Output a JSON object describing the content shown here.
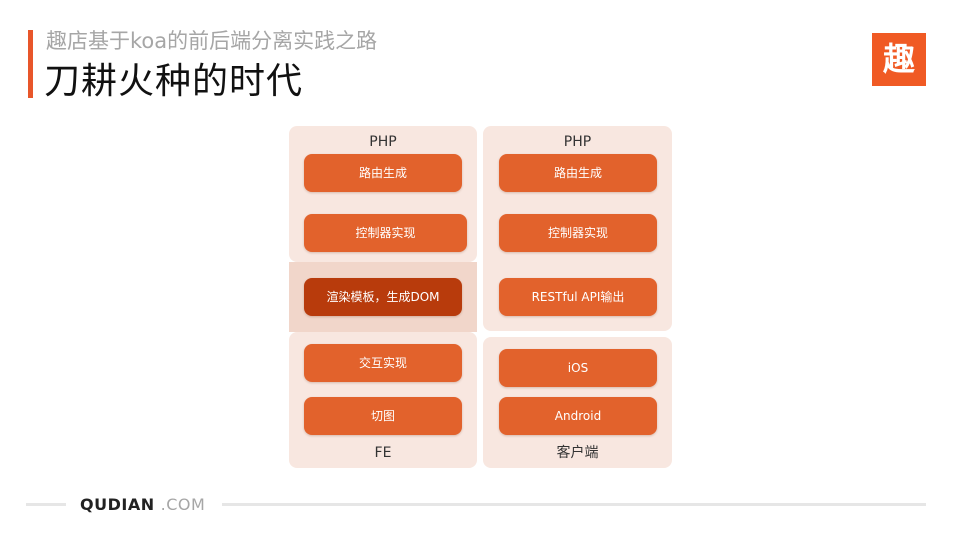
{
  "header": {
    "subtitle": "趣店基于koa的前后端分离实践之路",
    "title": "刀耕火种的时代",
    "logo_text": "趣",
    "accent_color": "#e8562a",
    "logo_color": "#f05a24"
  },
  "fe_column": {
    "top_label": "PHP",
    "bottom_label": "FE",
    "items": [
      {
        "label": "路由生成"
      },
      {
        "label": "控制器实现"
      },
      {
        "label": "渲染模板，生成DOM",
        "highlighted": true
      },
      {
        "label": "交互实现"
      },
      {
        "label": "切图"
      }
    ]
  },
  "client_column": {
    "top_label": "PHP",
    "bottom_label": "客户端",
    "items": [
      {
        "label": "路由生成"
      },
      {
        "label": "控制器实现"
      },
      {
        "label": "RESTful API输出"
      },
      {
        "label": "iOS"
      },
      {
        "label": "Android"
      }
    ]
  },
  "footer": {
    "brand": "QUDIAN",
    "domain": ".COM"
  },
  "colors": {
    "button": "#e2622c",
    "button_highlight": "#b83b0c",
    "panel": "#f8e7e0",
    "panel_highlight": "#f1d6ca"
  }
}
